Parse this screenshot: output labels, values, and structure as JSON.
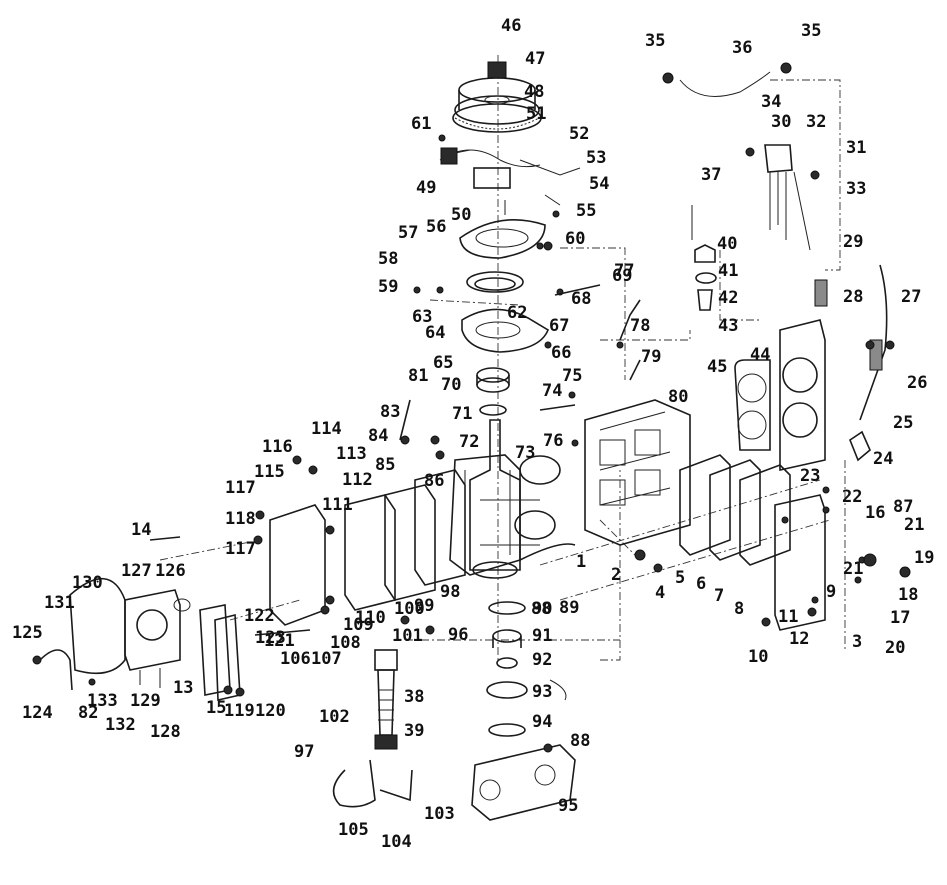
{
  "diagram": {
    "kind": "exploded-parts-diagram",
    "callouts": [
      "1",
      "2",
      "3",
      "4",
      "5",
      "6",
      "7",
      "8",
      "9",
      "10",
      "11",
      "12",
      "13",
      "14",
      "15",
      "16",
      "17",
      "18",
      "19",
      "20",
      "21",
      "21",
      "22",
      "23",
      "24",
      "25",
      "26",
      "27",
      "28",
      "29",
      "30",
      "31",
      "32",
      "33",
      "34",
      "35",
      "35",
      "36",
      "37",
      "38",
      "39",
      "40",
      "41",
      "42",
      "43",
      "44",
      "45",
      "46",
      "47",
      "48",
      "49",
      "50",
      "51",
      "52",
      "53",
      "54",
      "55",
      "56",
      "57",
      "58",
      "59",
      "60",
      "61",
      "62",
      "63",
      "64",
      "65",
      "66",
      "67",
      "68",
      "69",
      "70",
      "71",
      "72",
      "73",
      "74",
      "75",
      "76",
      "77",
      "78",
      "79",
      "80",
      "81",
      "82",
      "83",
      "84",
      "85",
      "86",
      "87",
      "88",
      "88",
      "89",
      "90",
      "91",
      "92",
      "93",
      "94",
      "95",
      "96",
      "97",
      "98",
      "99",
      "100",
      "101",
      "102",
      "103",
      "104",
      "105",
      "106",
      "107",
      "108",
      "109",
      "110",
      "111",
      "112",
      "113",
      "114",
      "115",
      "116",
      "117",
      "117",
      "118",
      "119",
      "120",
      "121",
      "122",
      "123",
      "124",
      "125",
      "126",
      "127",
      "128",
      "129",
      "130",
      "131",
      "132",
      "133"
    ]
  }
}
